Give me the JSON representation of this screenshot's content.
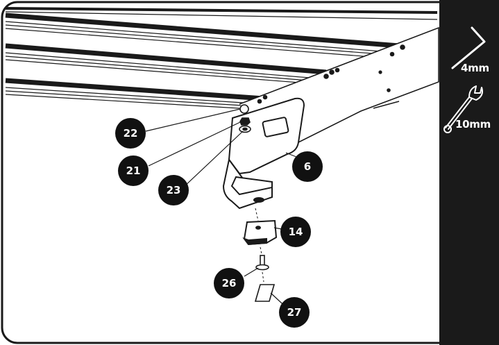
{
  "tools": [
    {
      "icon": "hex-key-icon",
      "label": "4mm"
    },
    {
      "icon": "wrench-icon",
      "label": "10mm"
    }
  ],
  "callouts": [
    "22",
    "21",
    "23",
    "6",
    "14",
    "26",
    "27"
  ],
  "colors": {
    "panel": "#1a1a1a",
    "callout": "#111111",
    "line": "#1a1a1a",
    "rail": "#222222"
  }
}
